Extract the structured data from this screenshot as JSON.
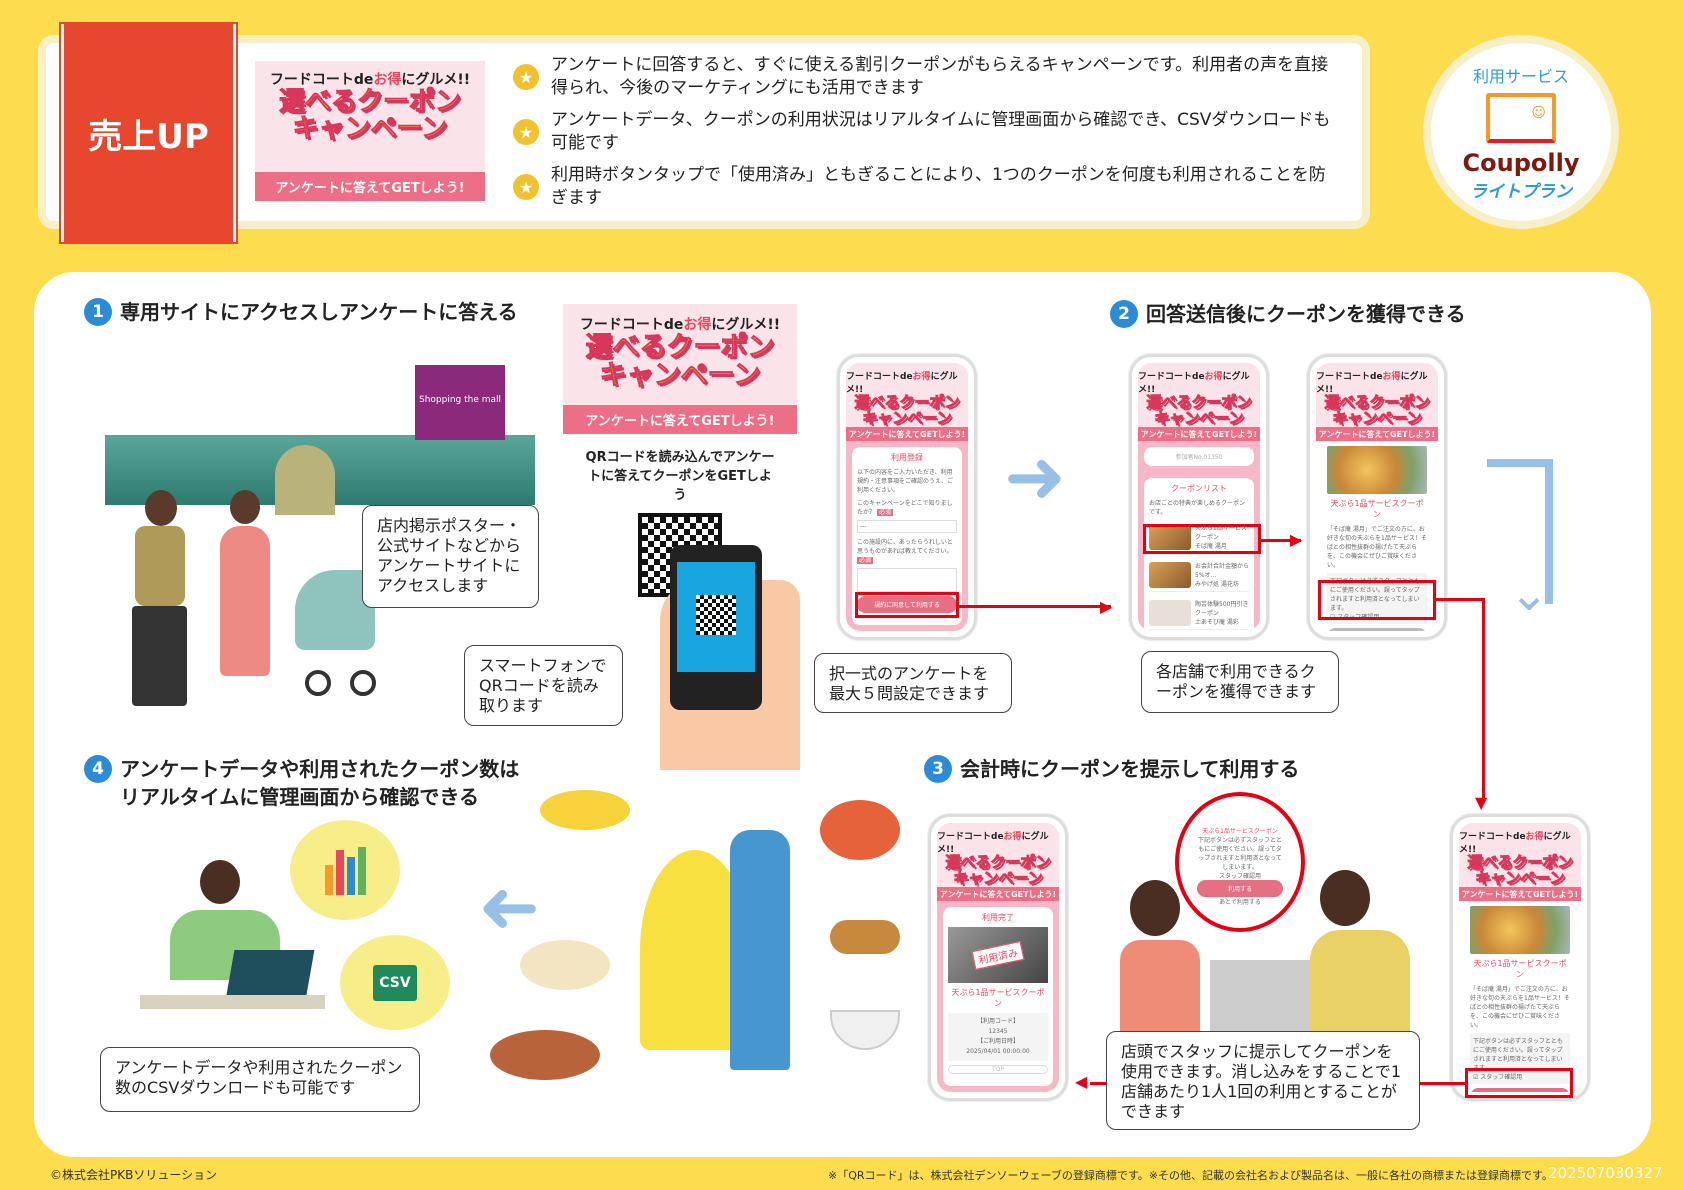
{
  "ribbon": "売上UP",
  "campaign": {
    "line1_a": "フードコートde",
    "line1_b": "お得",
    "line1_c": "にグルメ!!",
    "title_a": "選べるクーポン",
    "title_b": "キャンペーン",
    "cta": "アンケートに答えてGETしよう!"
  },
  "bullets": [
    "アンケートに回答すると、すぐに使える割引クーポンがもらえるキャンペーンです。利用者の声を直接得られ、今後のマーケティングにも活用できます",
    "アンケートデータ、クーポンの利用状況はリアルタイムに管理画面から確認でき、CSVダウンロードも可能です",
    "利用時ボタンタップで「使用済み」ともぎることにより、1つのクーポンを何度も利用されることを防ぎます"
  ],
  "service": {
    "label": "利用サービス",
    "brand": "Coupolly",
    "plan": "ライトプラン"
  },
  "steps": [
    {
      "num": "1",
      "title": "専用サイトにアクセスしアンケートに答える"
    },
    {
      "num": "2",
      "title": "回答送信後にクーポンを獲得できる"
    },
    {
      "num": "3",
      "title": "会計時にクーポンを提示して利用する"
    },
    {
      "num": "4",
      "title": "アンケートデータや利用されたクーポン数はリアルタイムに管理画面から確認できる"
    }
  ],
  "poster": {
    "qr_text": "QRコードを読み込んでアンケートに答えてクーポンをGETしよう"
  },
  "building": {
    "sign": "Shopping the mall"
  },
  "bubbles": {
    "poster": "店内掲示ポスター・公式サイトなどからアンケートサイトにアクセスします",
    "scan": "スマートフォンでQRコードを読み取ります",
    "survey": "択一式のアンケートを最大５問設定できます",
    "coupon": "各店舗で利用できるクーポンを獲得できます",
    "redeem": "店頭でスタッフに提示してクーポンを使用できます。消し込みをすることで1店舗あたり1人1回の利用とすることができます",
    "csv": "アンケートデータや利用されたクーポン数のCSVダウンロードも可能です"
  },
  "phone1": {
    "heading": "利用登録",
    "intro": "以下の内容をご入力いただき、利用規約・注意事項をご確認のうえ、ご利用ください。",
    "q1": "このキャンペーンをどこで知りましたか？",
    "select": "---",
    "q2": "この施設内に、あったらうれしいと思うものがあれば教えてください。",
    "required": "必須",
    "button": "規約に同意して利用する"
  },
  "phone2": {
    "participant": "参加者No.01350",
    "heading": "クーポンリスト",
    "intro": "お店ごとの特典が楽しめるクーポンです。",
    "items": [
      {
        "name": "天ぷら1品サービスクーポン",
        "shop": "そば庵 湯月"
      },
      {
        "name": "お会計合計金額から5%オ...",
        "shop": "みやげ処 湯花坊"
      },
      {
        "name": "陶芸体験500円引きクーポン",
        "shop": "土あそび庵 湯彩"
      }
    ]
  },
  "coupon_detail": {
    "name": "天ぷら1品サービスクーポン",
    "desc": "「そば庵 湯月」でご注文の方に、お好きな旬の天ぷらを1品サービス！そばとの相性抜群の揚げたて天ぷらを、この機会にぜひご賞味ください。",
    "notice": "下記ボタンは必ずスタッフとともにご使用ください。誤ってタップされますと利用済となってしまいます。",
    "check": "スタッフ確認用",
    "button": "利用する",
    "later": "あとで利用する"
  },
  "phone4": {
    "heading": "利用完了",
    "stamp": "利用済み",
    "coupon": "天ぷら1品サービスクーポン",
    "code_label": "【利用コード】",
    "code": "12345",
    "date_label": "【ご利用日時】",
    "date": "2025/04/01 00:00:00",
    "top": "TOP"
  },
  "csv_icon": "CSV",
  "footer": {
    "copyright": "©株式会社PKBソリューション",
    "note": "※「QRコード」は、株式会社デンソーウェーブの登録商標です。※その他、記載の会社名および製品名は、一般に各社の商標または登録商標です。",
    "code": "202507030327"
  },
  "colors": {
    "bg": "#FDDC4E",
    "ribbon": "#E8472F",
    "pink": "#EC6E87",
    "blue": "#2B8BD6",
    "red": "#E60012"
  }
}
